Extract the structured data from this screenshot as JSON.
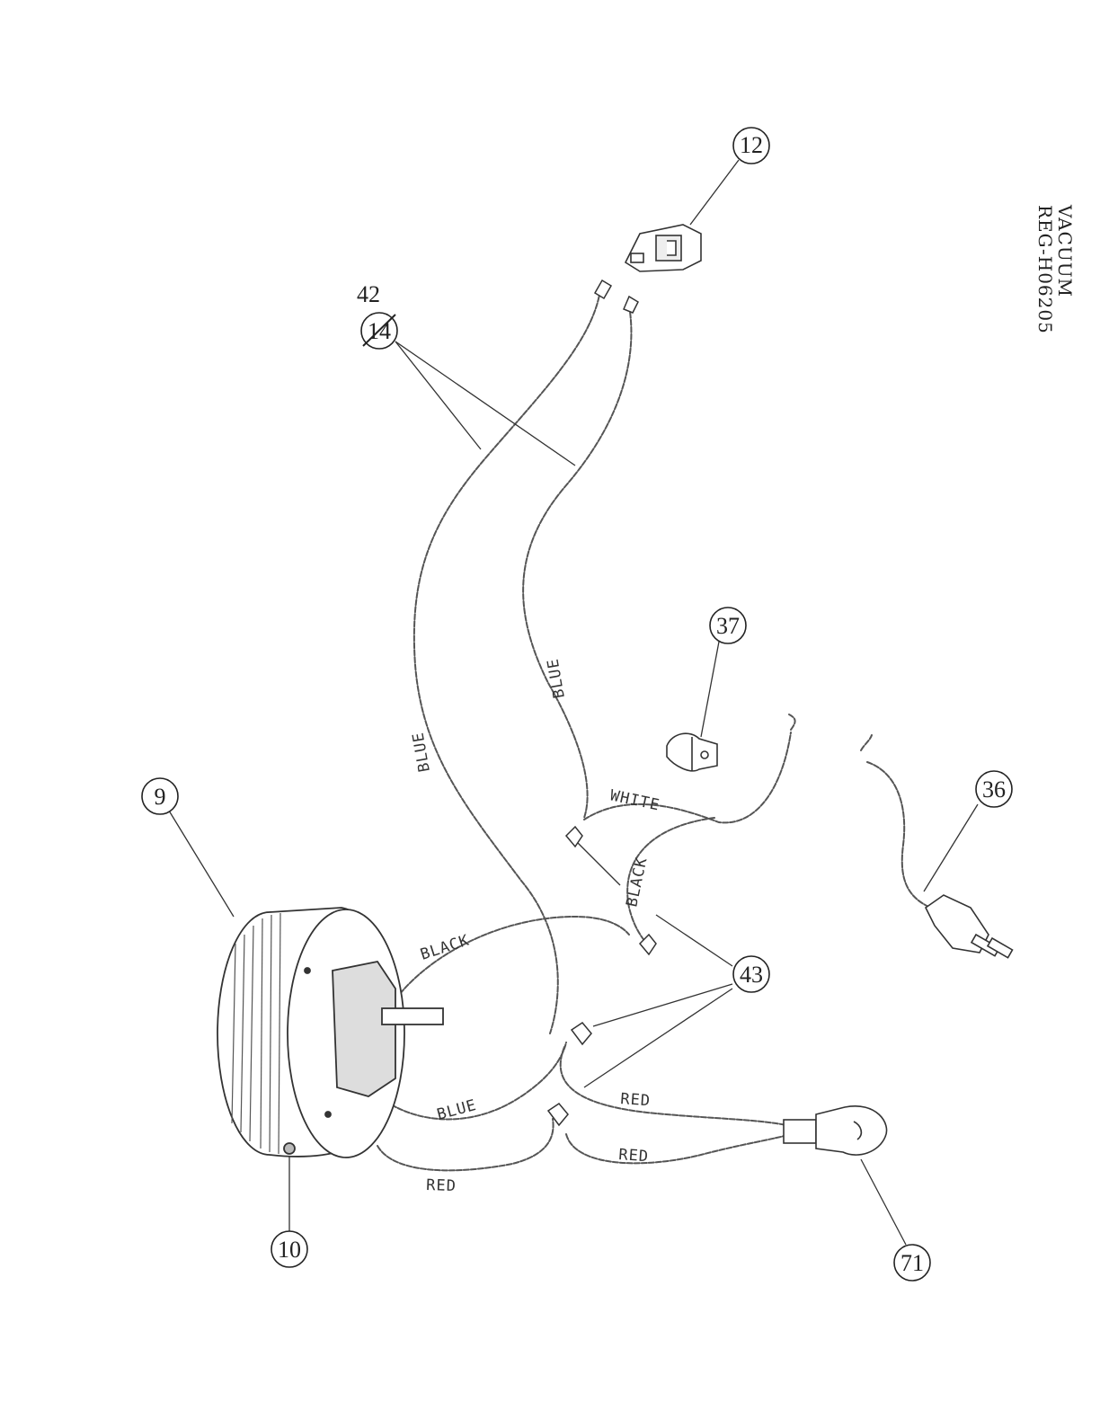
{
  "header": {
    "line1": "VACUUM",
    "line2": "REG-H06205"
  },
  "callouts": {
    "c12": "12",
    "c42": "42",
    "c42_struck": "14",
    "c37": "37",
    "c36": "36",
    "c9": "9",
    "c10": "10",
    "c43": "43",
    "c71": "71"
  },
  "wire_labels": {
    "blue_left": "BLUE",
    "blue_right": "BLUE",
    "white": "WHITE",
    "black_vertical": "BLACK",
    "black_motor": "BLACK",
    "blue_motor": "BLUE",
    "red_upper": "RED",
    "red_lower": "RED",
    "red_motor": "RED"
  },
  "colors": {
    "ink": "#2a2a2a",
    "wire": "#555555"
  }
}
